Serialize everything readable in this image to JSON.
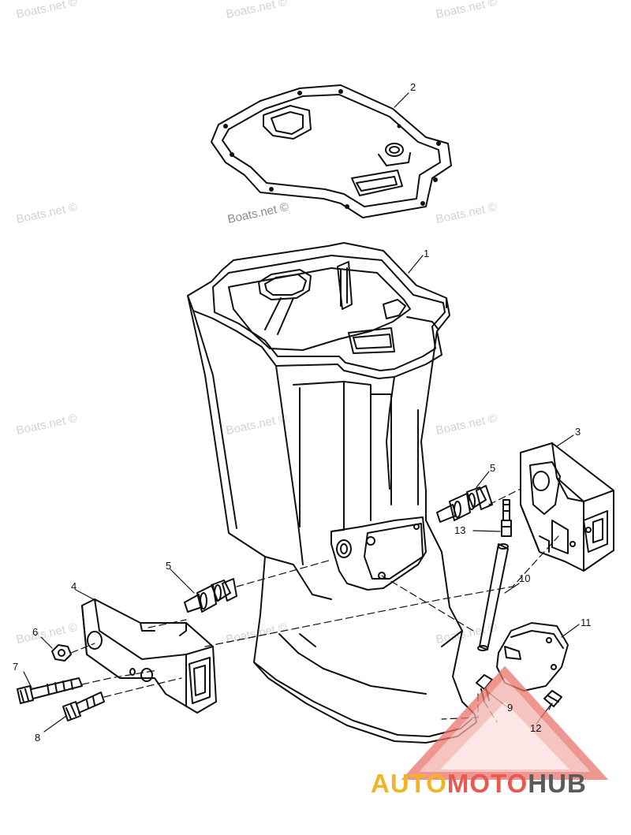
{
  "watermarks": [
    "Boats.net ©",
    "Boats.net ©",
    "Boats.net ©",
    "Boats.net ©",
    "Boats.net ©",
    "Boats.net ©",
    "Boats.net ©",
    "Boats.net ©",
    "Boats.net ©",
    "Boats.net ©",
    "Boats.net ©",
    "Boats.net ©"
  ],
  "callouts": {
    "c1": "1",
    "c2": "2",
    "c3": "3",
    "c4": "4",
    "c5a": "5",
    "c5b": "5",
    "c6": "6",
    "c7": "7",
    "c8": "8",
    "c9": "9",
    "c10": "10",
    "c11": "11",
    "c12": "12",
    "c13": "13"
  },
  "brand": {
    "part1": "AUTO",
    "part2": "MOTO",
    "part3": "HUB"
  },
  "colors": {
    "line": "#111111",
    "watermark": "#d2d2d2",
    "brand_yellow": "#f0b429",
    "brand_red": "#e85a4f",
    "brand_gray": "#5a5a5a"
  }
}
